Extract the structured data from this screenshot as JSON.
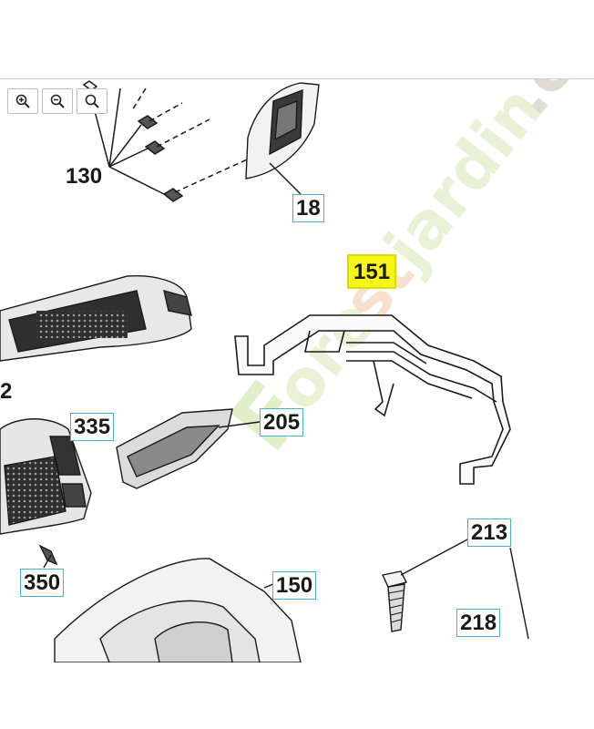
{
  "toolbar": {
    "zoom_in_icon": "zoom-in-icon",
    "zoom_out_icon": "zoom-out-icon",
    "zoom_reset_icon": "zoom-reset-icon"
  },
  "labels": {
    "p130": "130",
    "p18": "18",
    "p151": "151",
    "p2": "2",
    "p335": "335",
    "p205": "205",
    "p213": "213",
    "p350": "350",
    "p150": "150",
    "p218": "218"
  },
  "watermark": {
    "text": "Forestjardin.com"
  },
  "colors": {
    "label_border": "#4ab0d0",
    "highlight": "#f5f51a",
    "line": "#1a1a1a"
  }
}
